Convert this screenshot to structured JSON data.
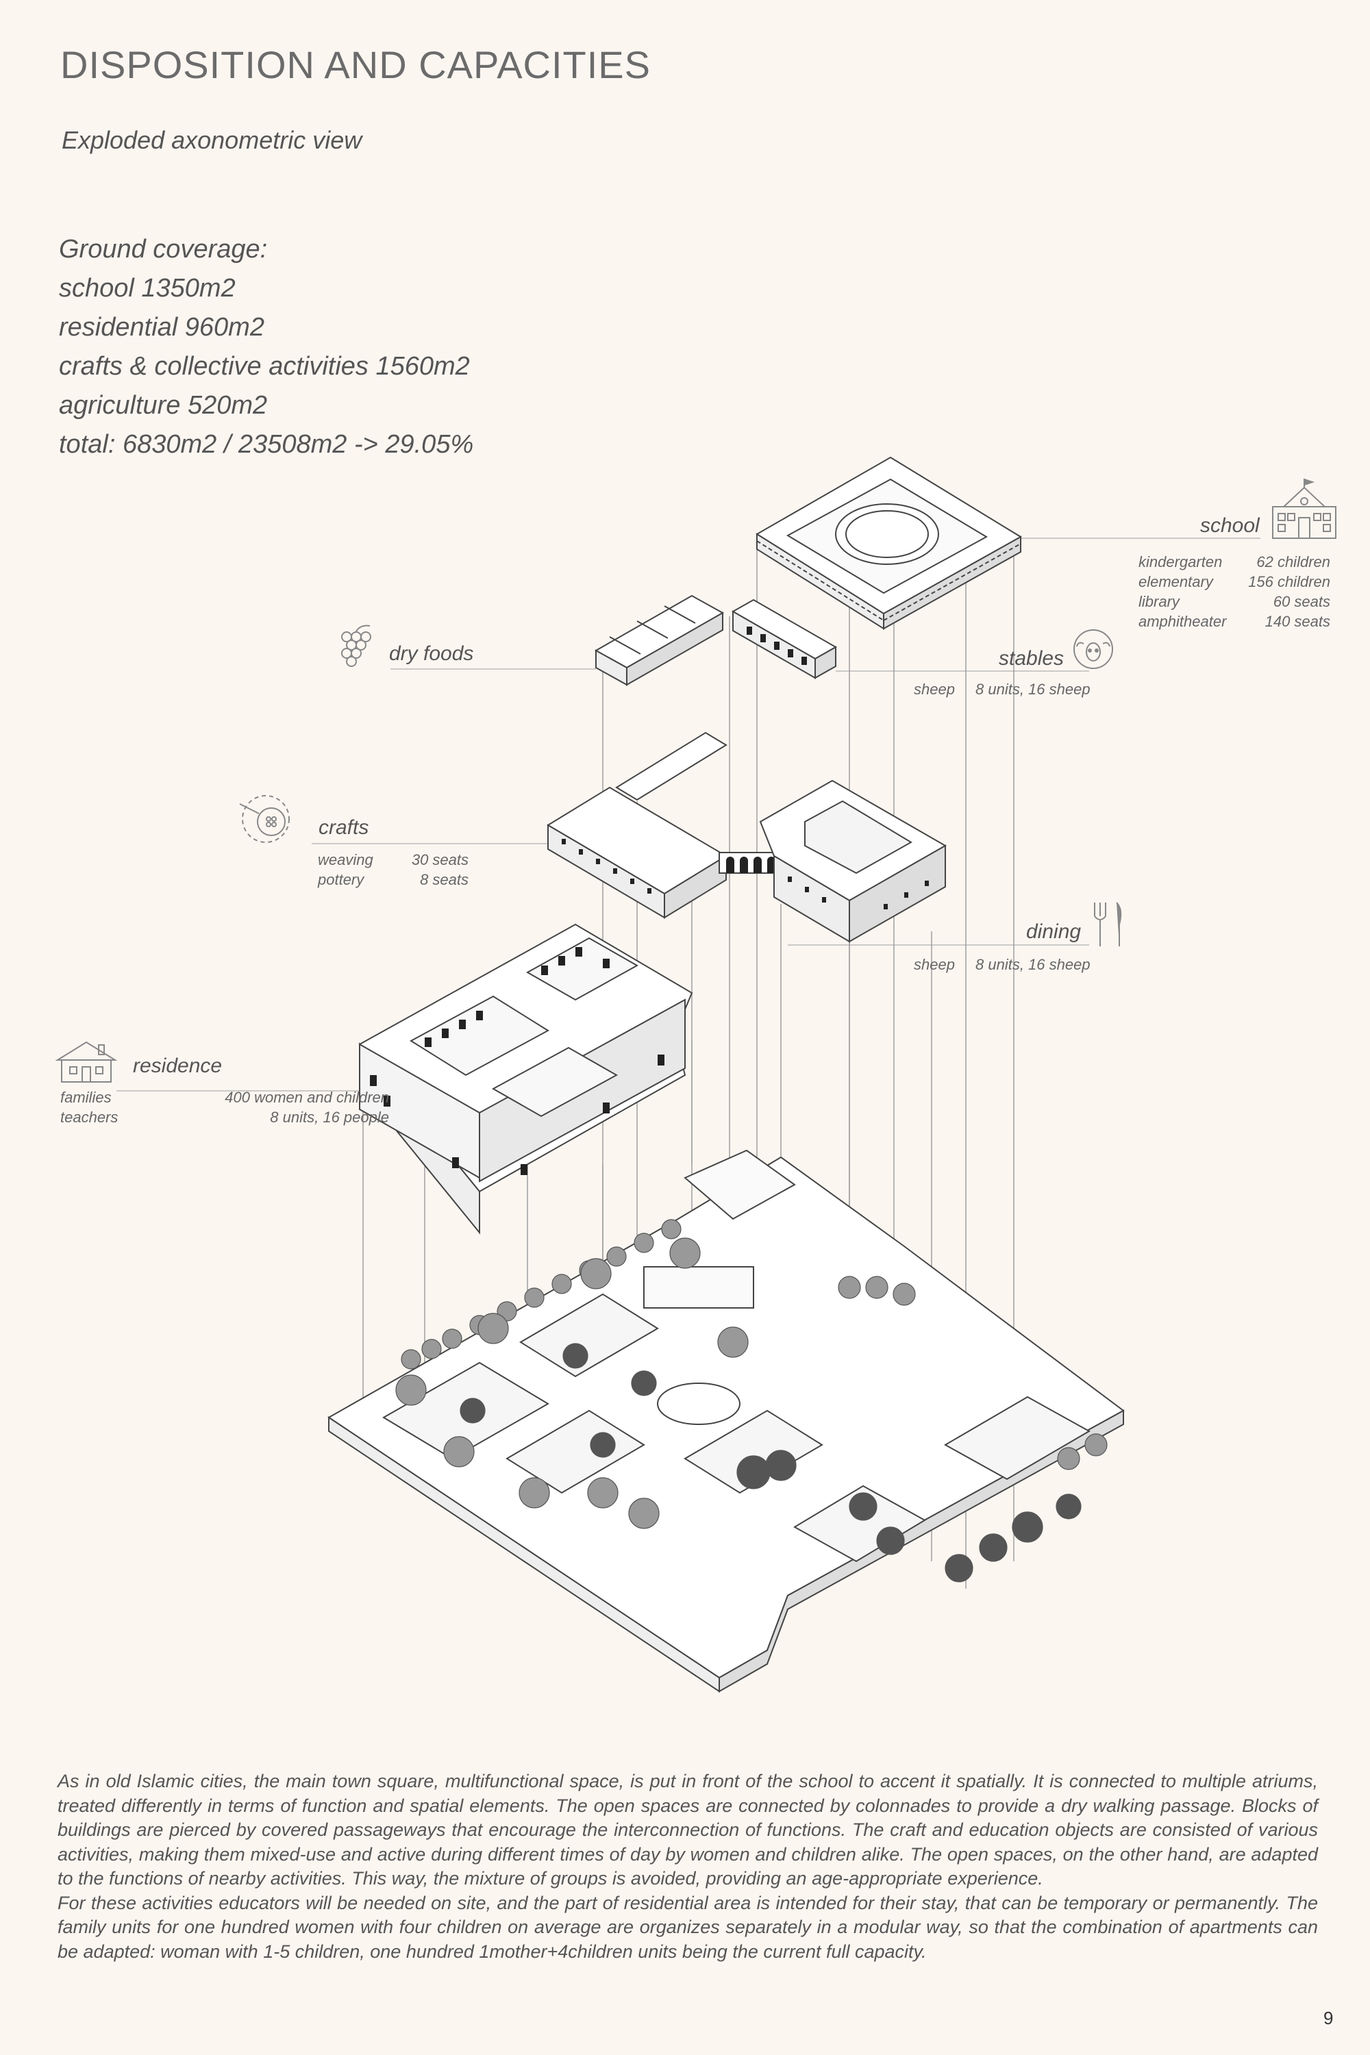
{
  "header": {
    "title": "DISPOSITION AND CAPACITIES",
    "subtitle": "Exploded axonometric view"
  },
  "coverage": {
    "heading": "Ground coverage:",
    "lines": [
      "school 1350m2",
      "residential 960m2",
      "crafts & collective activities 1560m2",
      "agriculture 520m2",
      "total: 6830m2 / 23508m2  ->  29.05%"
    ]
  },
  "labels": {
    "school": {
      "name": "school",
      "rows": [
        {
          "k": "kindergarten",
          "v": "62 children"
        },
        {
          "k": "elementary",
          "v": "156 children"
        },
        {
          "k": "library",
          "v": "60 seats"
        },
        {
          "k": "amphitheater",
          "v": "140 seats"
        }
      ]
    },
    "dry_foods": {
      "name": "dry foods"
    },
    "stables": {
      "name": "stables",
      "rows": [
        {
          "k": "sheep",
          "v": "8 units, 16 sheep"
        }
      ]
    },
    "crafts": {
      "name": "crafts",
      "rows": [
        {
          "k": "weaving",
          "v": "30 seats"
        },
        {
          "k": "pottery",
          "v": "8 seats"
        }
      ]
    },
    "dining": {
      "name": "dining",
      "rows": [
        {
          "k": "sheep",
          "v": "8 units, 16 sheep"
        }
      ]
    },
    "residence": {
      "name": "residence",
      "rows": [
        {
          "k": "families",
          "v": "400 women and children"
        },
        {
          "k": "teachers",
          "v": "8 units, 16 people"
        }
      ]
    }
  },
  "icons": [
    "school-building-icon",
    "grapes-icon",
    "sheep-icon",
    "crafts-yarn-icon",
    "fork-knife-icon",
    "house-icon"
  ],
  "body": {
    "p1": "As in old Islamic cities, the main town square, multifunctional space, is put in front of the school to accent it spatially. It is connected to multiple atriums, treated differently in terms of function and spatial elements. The open spaces are connected by colonnades to provide a dry walking passage. Blocks of buildings are pierced by covered passageways that encourage the interconnection of functions. The craft and education objects are consisted of various activities, making them mixed-use and active during different times of day by women and children alike. The open spaces, on the other hand, are adapted to the functions of nearby activities. This way, the mixture of groups is avoided, providing an age-appropriate experience.",
    "p2": "For these activities educators will be needed on site, and the part of residential area is intended for their stay, that can be temporary or permanently. The family units for one hundred women with four children on average are organizes separately in a modular way, so that the combination of apartments can be adapted: woman with 1-5 children, one hundred 1mother+4children units being the current full capacity."
  },
  "page_number": "9"
}
